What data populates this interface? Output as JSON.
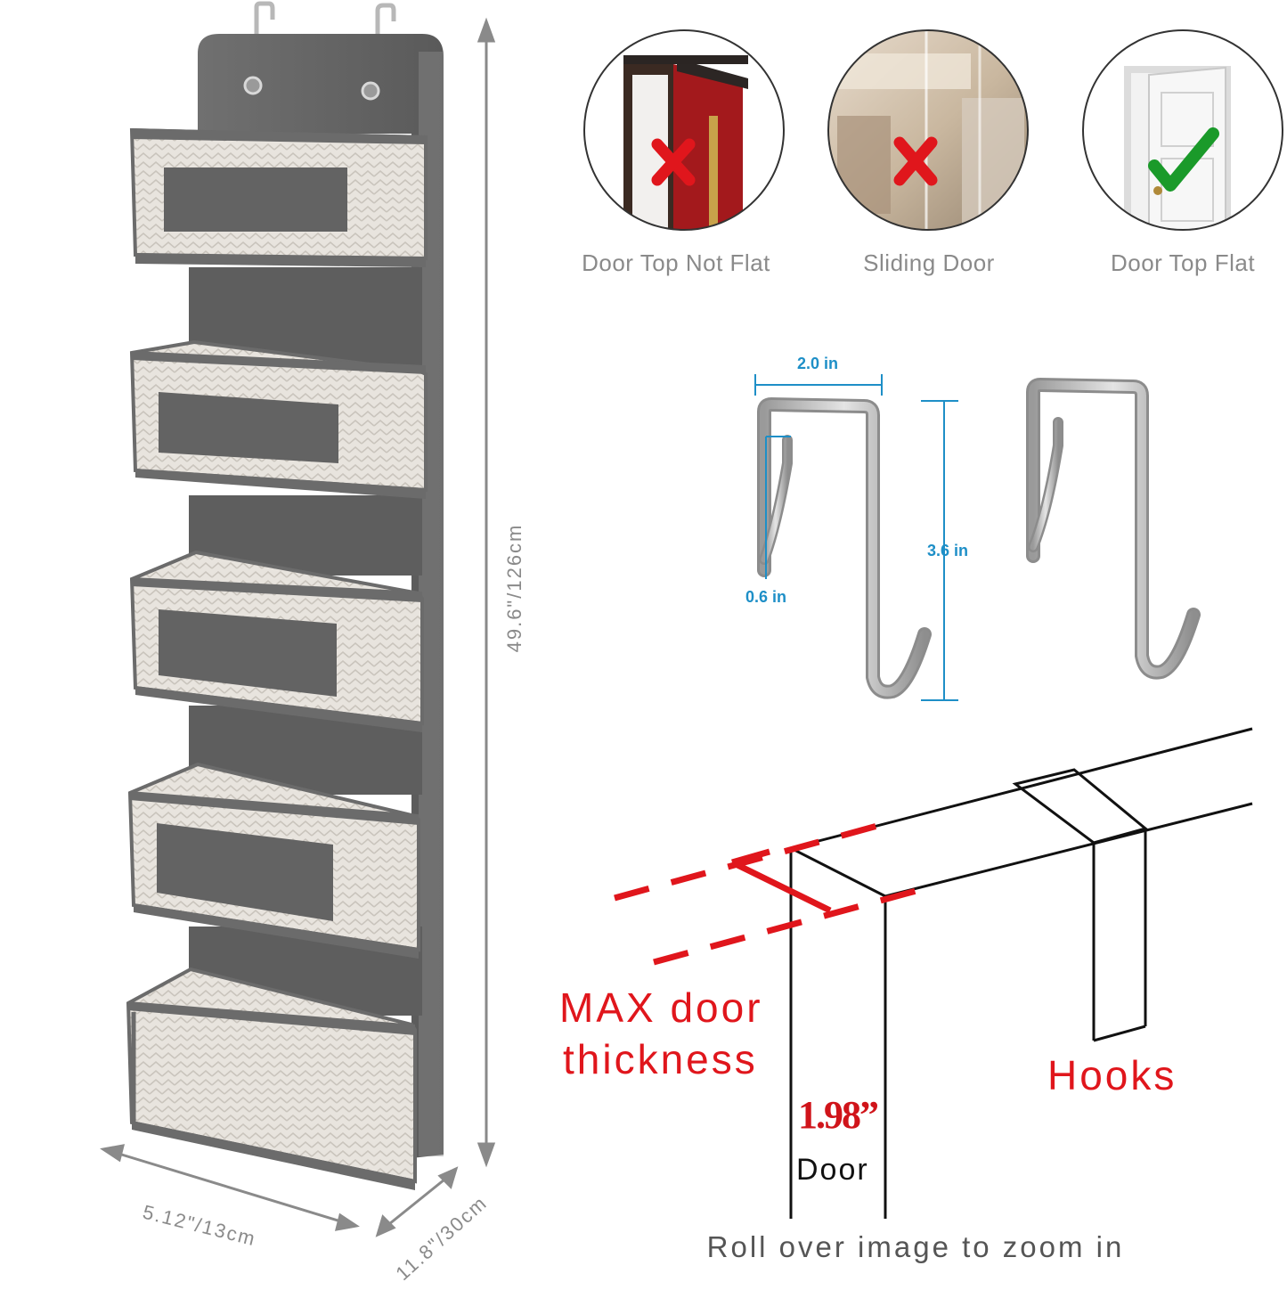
{
  "door_types": [
    {
      "label": "Door Top Not Flat",
      "status": "incompatible",
      "mark": "x-mark"
    },
    {
      "label": "Sliding Door",
      "status": "incompatible",
      "mark": "x-mark"
    },
    {
      "label": "Door Top Flat",
      "status": "compatible",
      "mark": "check-mark"
    }
  ],
  "dimensions": {
    "height": "49.6\"/126cm",
    "width": "5.12\"/13cm",
    "depth": "11.8\"/30cm"
  },
  "hook_dimensions": {
    "width": "2.0 in",
    "height": "3.6 in",
    "gap": "0.6 in"
  },
  "diagram": {
    "max_line1": "MAX door",
    "max_line2": "thickness",
    "hooks_label": "Hooks",
    "thickness_value": "1.98”",
    "door_label": "Door"
  },
  "footer": {
    "zoom_hint": "Roll over image to zoom in"
  },
  "colors": {
    "organizer_frame": "#6b6b6b",
    "fabric": "#e6e2dc",
    "accent_red": "#e0161c",
    "dimension_blue": "#1e8fc7",
    "check_green": "#1a9a2a"
  }
}
